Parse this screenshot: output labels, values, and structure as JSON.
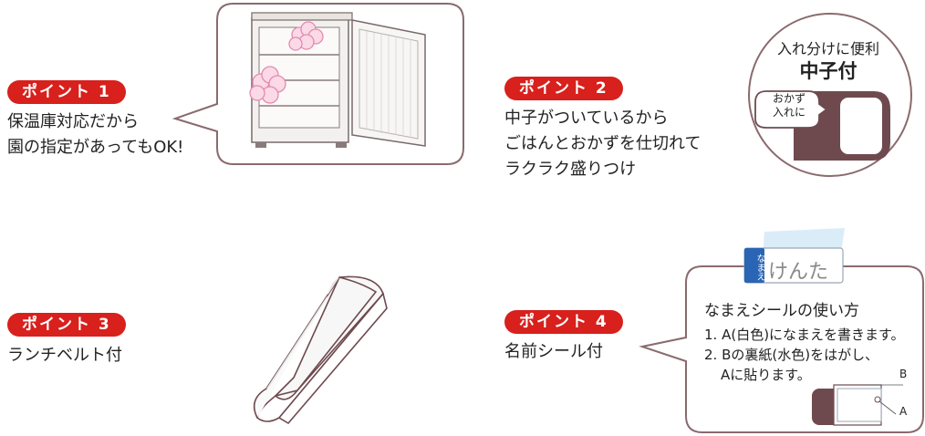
{
  "point1": {
    "badge": "ポイント 1",
    "line1": "保温庫対応だから",
    "line2": "園の指定があってもOK!"
  },
  "point2": {
    "badge": "ポイント 2",
    "line1": "中子がついているから",
    "line2": "ごはんとおかずを仕切れて",
    "line3": "ラクラク盛りつけ"
  },
  "point3": {
    "badge": "ポイント 3",
    "line1": "ランチベルト付"
  },
  "point4": {
    "badge": "ポイント 4",
    "line1": "名前シール付"
  },
  "divider_callout": {
    "title1": "入れ分けに便利",
    "title2": "中子付",
    "bubble1": "おかず",
    "bubble2": "入れに"
  },
  "name_sticker": {
    "tag": "なまえ",
    "name": "けんた"
  },
  "sticker_howto": {
    "title": "なまえシールの使い方",
    "step1": "1. A(白色)になまえを書きます。",
    "step2": "2. Bの裏紙(水色)をはがし、",
    "step3": "Aに貼ります。",
    "label_a": "A",
    "label_b": "B"
  },
  "colors": {
    "badge_red": "#d8201c",
    "outline_brown": "#8a6a6e",
    "dark_brown": "#6e4a4f",
    "sticker_blue": "#2a65b5",
    "light_blue": "#cfe6f7"
  }
}
